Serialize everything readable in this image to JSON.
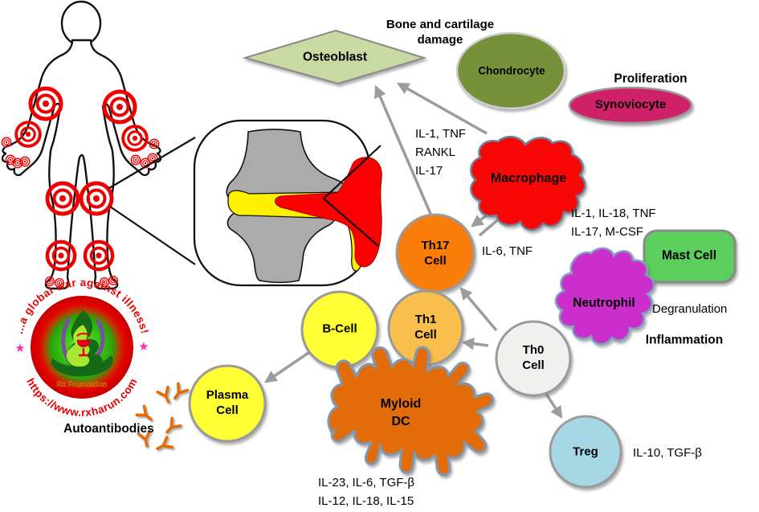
{
  "annotations": {
    "bone_damage": {
      "line1": "Bone and cartilage",
      "line2": "damage"
    },
    "proliferation": "Proliferation",
    "degranulation": "Degranulation",
    "inflammation": "Inflammation",
    "autoantibodies": "Autoantibodies"
  },
  "cells": {
    "osteoblast": {
      "label": "Osteoblast"
    },
    "chondrocyte": {
      "label": "Chondrocyte"
    },
    "synoviocyte": {
      "label": "Synoviocyte"
    },
    "macrophage": {
      "label": "Macrophage"
    },
    "mast_cell": {
      "label": "Mast Cell"
    },
    "neutrophil": {
      "label": "Neutrophil"
    },
    "th17": {
      "line1": "Th17",
      "line2": "Cell"
    },
    "th1": {
      "line1": "Th1",
      "line2": "Cell"
    },
    "th0": {
      "line1": "Th0",
      "line2": "Cell"
    },
    "b_cell": {
      "label": "B-Cell"
    },
    "plasma_cell": {
      "line1": "Plasma",
      "line2": "Cell"
    },
    "myloid_dc": {
      "line1": "Myloid",
      "line2": "DC"
    },
    "treg": {
      "label": "Treg"
    }
  },
  "cytokines": {
    "to_osteoblast": [
      "IL-1, TNF",
      "RANKL",
      "IL-17"
    ],
    "from_macrophage": [
      "IL-1, IL-18, TNF",
      "IL-17, M-CSF"
    ],
    "th17_macrophage": "IL-6, TNF",
    "from_treg": "IL-10, TGF-β",
    "from_myloid_dc": [
      "IL-23, IL-6, TGF-β",
      "IL-12, IL-18, IL-15"
    ]
  },
  "watermark": {
    "arc_top": "...a global war against illness!",
    "arc_bottom": "https://www.rxharun.com",
    "badge": "Rx Foundation",
    "star": "★"
  },
  "colors": {
    "target_red": "#EE0000",
    "osteoblast": "#C9D9A2",
    "chondrocyte": "#77913B",
    "synoviocyte": "#CE2168",
    "macrophage": "#F90606",
    "mast_cell": "#5BCE5B",
    "neutrophil": "#CB2FCB",
    "th17": "#FA7D0A",
    "th1": "#F9BE4B",
    "th0": "#F0F0EE",
    "b_cell": "#FFFF33",
    "plasma_cell": "#FFFF33",
    "myloid_dc": "#E36C0A",
    "treg": "#A6D7E4",
    "bone": "#ABABAB",
    "synovial_fluid": "#FFF000",
    "inflamed_synovium": "#FB0000",
    "arrow": "#9C9C9C",
    "antibody": "#E36C0A"
  }
}
